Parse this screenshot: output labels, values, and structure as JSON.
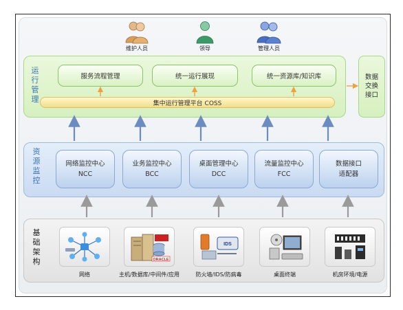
{
  "people": [
    {
      "label": "维护人员",
      "color": "#d7a05a"
    },
    {
      "label": "领导",
      "color": "#3c9a6a"
    },
    {
      "label": "管理人员",
      "color": "#4a6fc0"
    }
  ],
  "operations": {
    "section_label": "运行管理",
    "boxes": [
      "服务流程管理",
      "统一运行展现",
      "统一资源库/知识库"
    ],
    "platform": "集中运行管理平台  COSS",
    "data_exchange": "数据交换接口"
  },
  "monitoring": {
    "section_label": "资源监控",
    "boxes": [
      {
        "line1": "网络监控中心",
        "line2": "NCC"
      },
      {
        "line1": "业务监控中心",
        "line2": "BCC"
      },
      {
        "line1": "桌面管理中心",
        "line2": "DCC"
      },
      {
        "line1": "流量监控中心",
        "line2": "FCC"
      },
      {
        "line1": "数据接口",
        "line2": "适配器"
      }
    ]
  },
  "infrastructure": {
    "section_label": "基础架构",
    "items": [
      {
        "label": "网络",
        "icon": "network-icon"
      },
      {
        "label": "主机/数据库/中间件/应用",
        "icon": "server-database-icon",
        "logo_text": "ORACLE"
      },
      {
        "label": "防火墙/IDS/防病毒",
        "icon": "firewall-ids-icon",
        "logo_text": "IDS"
      },
      {
        "label": "桌面终端",
        "icon": "desktop-terminal-icon"
      },
      {
        "label": "机房环境/电源",
        "icon": "datacenter-power-icon"
      }
    ]
  },
  "colors": {
    "section_label": "#3a74b8",
    "arrow_blue": "#6b8cc0",
    "arrow_orange": "#f0a040",
    "arrow_gray": "#9a9a9a"
  }
}
